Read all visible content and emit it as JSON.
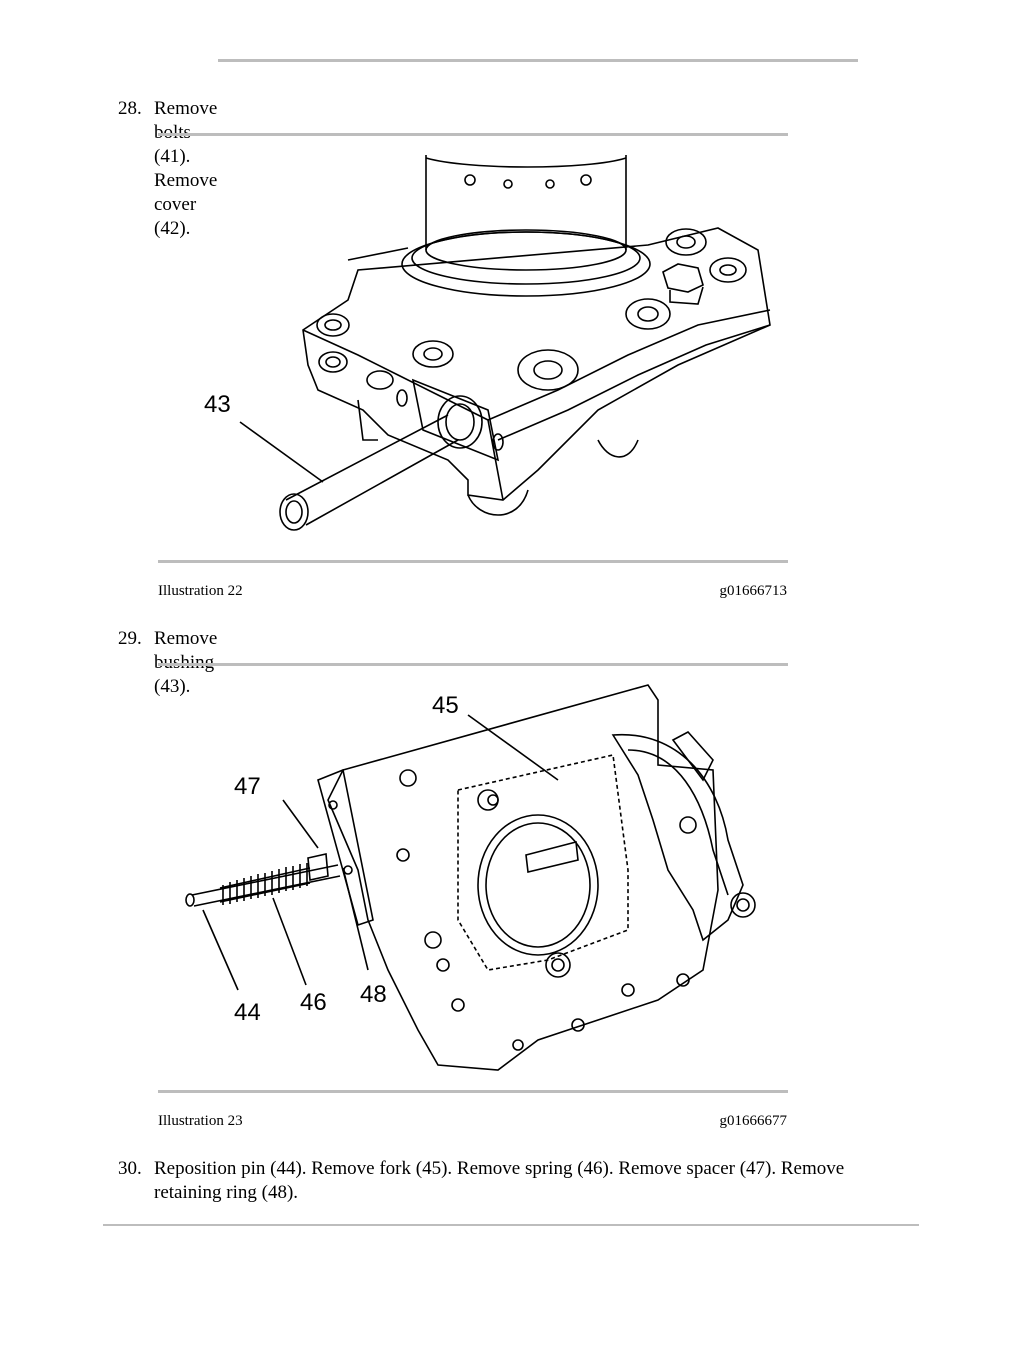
{
  "steps": [
    {
      "num": "28.",
      "text": "Remove bolts (41). Remove cover (42)."
    },
    {
      "num": "29.",
      "text": "Remove bushing (43)."
    },
    {
      "num": "30.",
      "text_line1": "Reposition pin (44). Remove fork (45). Remove spring (46). Remove spacer (47). Remove",
      "text_line2": "retaining ring (48)."
    }
  ],
  "figures": [
    {
      "caption": "Illustration 22",
      "code": "g01666713",
      "callouts": [
        "43"
      ]
    },
    {
      "caption": "Illustration 23",
      "code": "g01666677",
      "callouts": [
        "45",
        "47",
        "44",
        "46",
        "48"
      ]
    }
  ]
}
